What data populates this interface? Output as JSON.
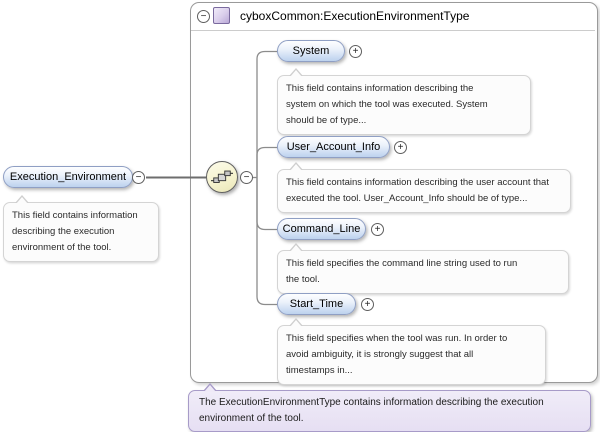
{
  "diagram": {
    "icons": {
      "collapse": "−",
      "expand": "+"
    },
    "type": {
      "title": "cyboxCommon:ExecutionEnvironmentType"
    },
    "root": {
      "label": "Execution_Environment",
      "doc_lines": [
        "This field contains information",
        "describing the execution",
        "environment of the tool."
      ]
    },
    "children": [
      {
        "label": "System",
        "doc_lines": [
          "This field contains information describing the",
          "system on which the tool was executed. System",
          "should be of type..."
        ]
      },
      {
        "label": "User_Account_Info",
        "doc_lines": [
          "This field contains information describing the user account that",
          "executed the tool. User_Account_Info should be of type..."
        ]
      },
      {
        "label": "Command_Line",
        "doc_lines": [
          "This field specifies the command line string used to run",
          "the tool."
        ]
      },
      {
        "label": "Start_Time",
        "doc_lines": [
          "This field specifies when the tool was run. In order to",
          "avoid ambiguity, it is strongly suggest that all",
          "timestamps in..."
        ]
      }
    ],
    "footer_note_lines": [
      "The ExecutionEnvironmentType contains information describing the execution",
      "environment of the tool."
    ],
    "colors": {
      "element_fill_top": "#fdfeff",
      "element_fill_bottom": "#bdd2ee",
      "element_border": "#8f9fc4",
      "type_icon_fill": "#cbbce2",
      "type_icon_border": "#7a6a9e",
      "sequence_fill": "#f5f2cd",
      "note_fill": "#e9e3f4",
      "note_border": "#a79bc8",
      "doc_fill": "#fcfcfc",
      "doc_border": "#d4d4d4",
      "connector_line": "#8c8c8c"
    }
  }
}
